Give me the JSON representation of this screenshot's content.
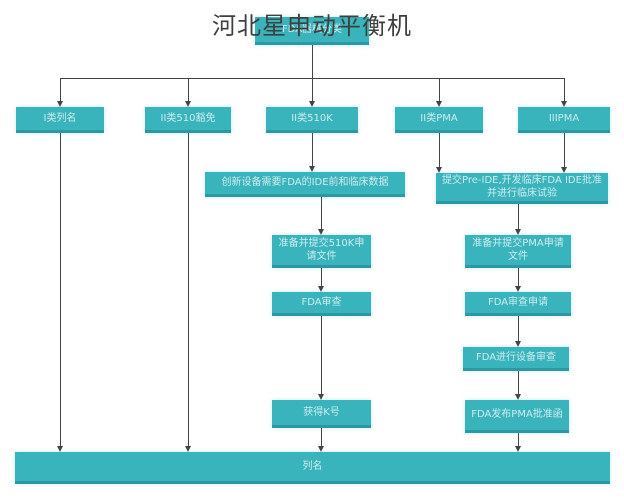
{
  "title": "河北星申动平衡机",
  "colors": {
    "accent": "#3ab4bc",
    "accent-dark": "#2a99a1",
    "line": "#444444",
    "title-color": "#3f3f3f",
    "bg": "#ffffff"
  },
  "flowchart": {
    "root": "FDA器械分类",
    "branches": {
      "class1": "I类列名",
      "class2_exempt": "II类510豁免",
      "class2_510k": "II类510K",
      "class2_pma": "II类PMA",
      "class3_pma": "IIIPMA"
    },
    "k510_chain": {
      "ide_data": "创新设备需要FDA的IDE前和临床数据",
      "prepare_510k": "准备并提交510K申请文件",
      "fda_review": "FDA审查",
      "get_k_number": "获得K号"
    },
    "pma_chain": {
      "pre_ide": "提交Pre-IDE,开发临床FDA IDE批准并进行临床试验",
      "prepare_pma": "准备并提交PMA申请文件",
      "fda_review_request": "FDA审查申请",
      "fda_device_review": "FDA进行设备审查",
      "pma_approval": "FDA发布PMA批准函"
    },
    "bottom": "列名"
  }
}
